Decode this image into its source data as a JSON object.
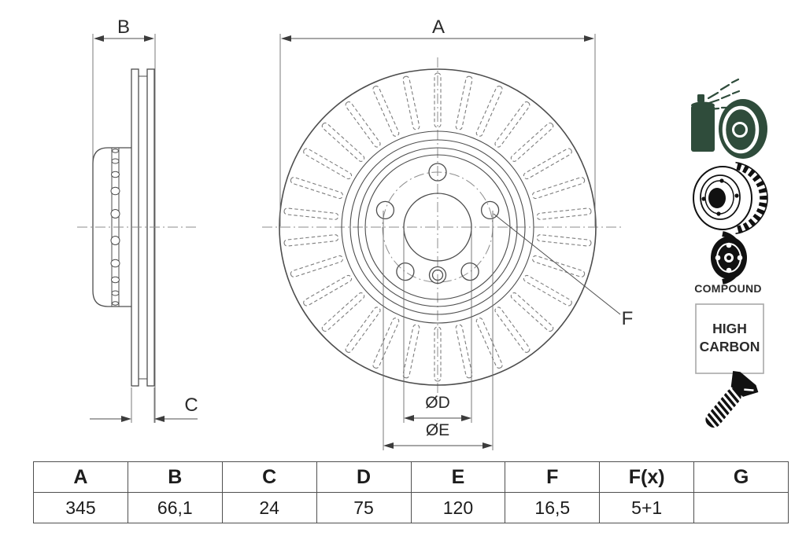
{
  "drawing": {
    "labels": {
      "A": "A",
      "B": "B",
      "C": "C",
      "D": "ØD",
      "E": "ØE",
      "F": "F"
    }
  },
  "icons": {
    "spray_color": "#2f4c3b",
    "compound_caption": "COMPOUND",
    "high_carbon_line1": "HIGH",
    "high_carbon_line2": "CARBON"
  },
  "table": {
    "headers": [
      "A",
      "B",
      "C",
      "D",
      "E",
      "F",
      "F(x)",
      "G"
    ],
    "values": [
      "345",
      "66,1",
      "24",
      "75",
      "120",
      "16,5",
      "5+1",
      ""
    ]
  }
}
